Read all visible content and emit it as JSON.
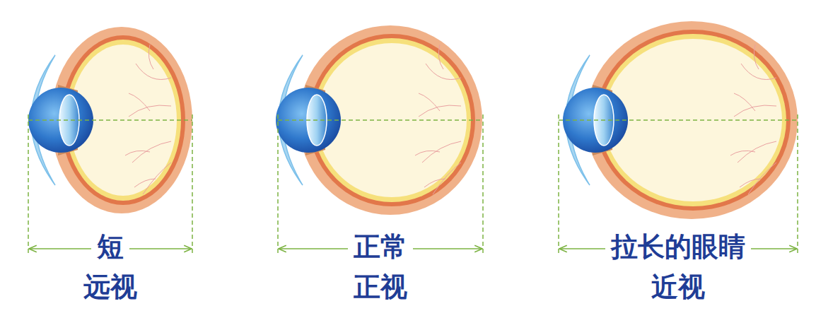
{
  "diagram": {
    "labels": [
      "短",
      "远视",
      "正常",
      "正视",
      "拉长的眼睛",
      "近视"
    ]
  }
}
